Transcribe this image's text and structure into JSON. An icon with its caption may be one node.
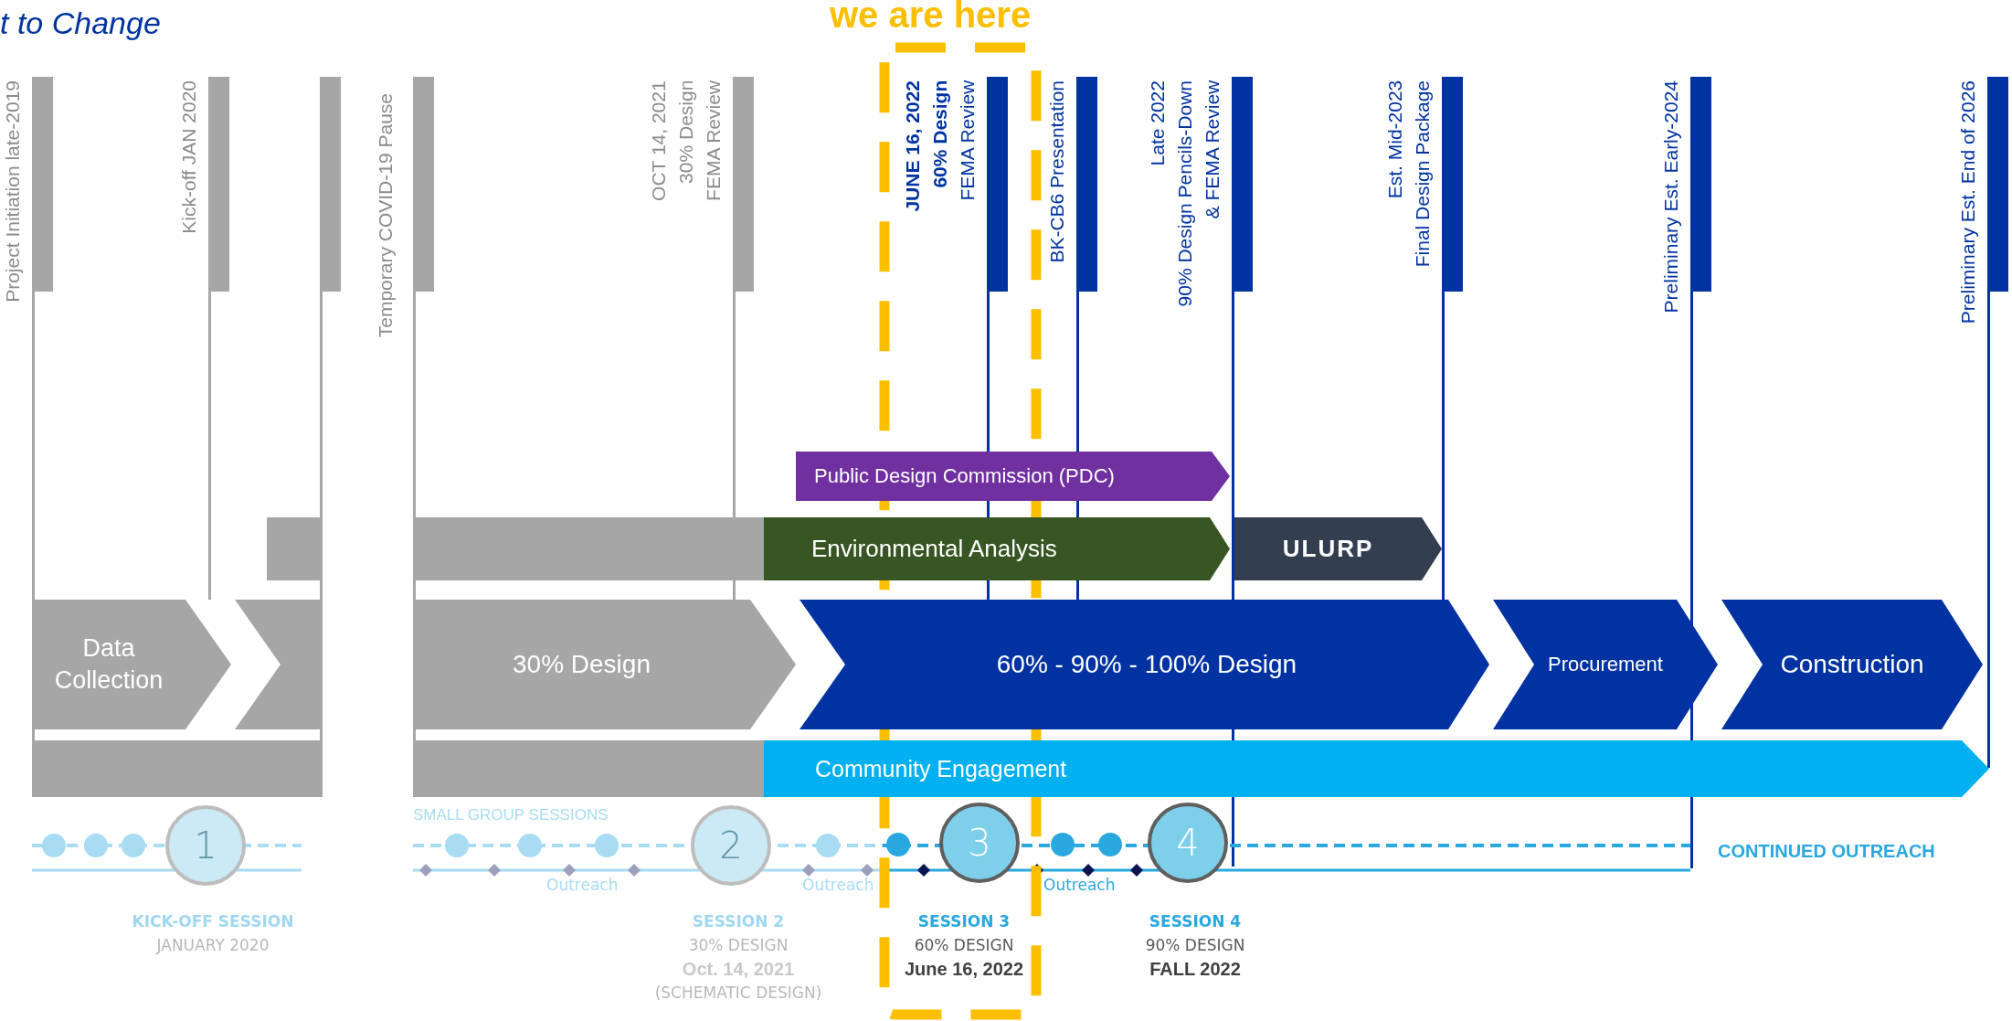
{
  "diagram": {
    "nodes": [
      {
        "text": [
          "Project Initiation late-2019"
        ]
      },
      {
        "text": [
          "Kick-off JAN 2020"
        ]
      },
      {
        "text": [
          "Temporary COVID-19 Pause"
        ]
      },
      {
        "text": [
          "OCT 14, 2021",
          "30% Design",
          "FEMA Review"
        ]
      },
      {
        "text": [
          "JUNE 16, 2022",
          "60% Design",
          "FEMA Review"
        ]
      },
      {
        "text": [
          "BK-CB6 Presentation"
        ]
      },
      {
        "text": [
          "Late 2022",
          "90% Design Pencils-Down",
          "& FEMA Review"
        ]
      },
      {
        "text": [
          "Est. Mid-2023",
          "Final Design Package"
        ]
      },
      {
        "text": [
          "Preliminary Est. Early-2024"
        ]
      },
      {
        "text": [
          "Preliminary Est. End of 2026"
        ]
      },
      {
        "text": [
          "Public Design Commission (PDC)"
        ]
      },
      {
        "text": [],
        "shape": "bar"
      },
      {
        "text": [],
        "shape": "bar"
      },
      {
        "text": [
          "Environmental Analysis"
        ]
      },
      {
        "text": [
          "ULURP"
        ]
      },
      {
        "text": [
          "Data Collection"
        ]
      },
      {
        "text": [],
        "shape": "chevron"
      },
      {
        "text": [
          "30% Design"
        ]
      },
      {
        "text": [
          "60% - 90% - 100% Design"
        ]
      },
      {
        "text": [
          "Procurement"
        ]
      },
      {
        "text": [
          "Construction"
        ]
      },
      {
        "text": [],
        "shape": "bar"
      },
      {
        "text": [],
        "shape": "bar"
      },
      {
        "text": [
          "Community Engagement"
        ]
      },
      {
        "text": [
          "1"
        ],
        "beside": [
          "KICK-OFF SESSION",
          "JANUARY 2020"
        ]
      },
      {
        "text": [
          "2"
        ],
        "beside": [
          "SESSION 2",
          "30% DESIGN",
          "Oct. 14, 2021",
          "(SCHEMATIC DESIGN)"
        ]
      },
      {
        "text": [
          "3"
        ],
        "beside": [
          "SESSION 3",
          "60% DESIGN",
          "June 16, 2022"
        ]
      },
      {
        "text": [
          "4"
        ],
        "beside": [
          "SESSION 4",
          "90% DESIGN",
          "FALL 2022"
        ]
      },
      {
        "text": [],
        "shape": "bar"
      }
    ],
    "labels": [
      "t to Change",
      "we are here",
      "SMALL GROUP SESSIONS",
      "Outreach",
      "Outreach",
      "Outreach",
      "CONTINUED OUTREACH"
    ]
  }
}
